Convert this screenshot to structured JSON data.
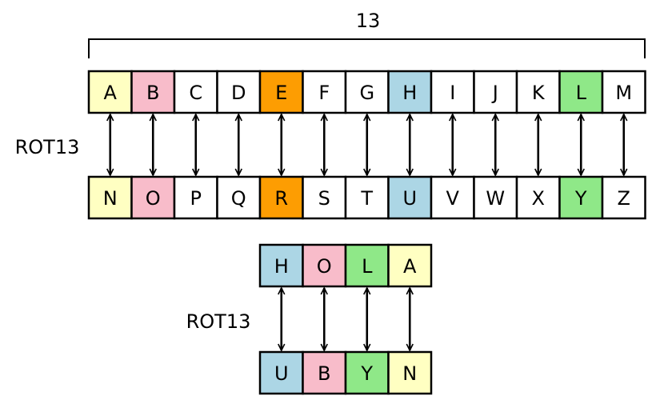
{
  "shift_label": "13",
  "main_label": "ROT13",
  "example_label": "ROT13",
  "top_row": [
    {
      "letter": "A",
      "color": "#ffffc2"
    },
    {
      "letter": "B",
      "color": "#f8bcca"
    },
    {
      "letter": "C",
      "color": "#ffffff"
    },
    {
      "letter": "D",
      "color": "#ffffff"
    },
    {
      "letter": "E",
      "color": "#fd9d02"
    },
    {
      "letter": "F",
      "color": "#ffffff"
    },
    {
      "letter": "G",
      "color": "#ffffff"
    },
    {
      "letter": "H",
      "color": "#acd6e5"
    },
    {
      "letter": "I",
      "color": "#ffffff"
    },
    {
      "letter": "J",
      "color": "#ffffff"
    },
    {
      "letter": "K",
      "color": "#ffffff"
    },
    {
      "letter": "L",
      "color": "#8fe888"
    },
    {
      "letter": "M",
      "color": "#ffffff"
    }
  ],
  "bottom_row": [
    {
      "letter": "N",
      "color": "#ffffc2"
    },
    {
      "letter": "O",
      "color": "#f8bcca"
    },
    {
      "letter": "P",
      "color": "#ffffff"
    },
    {
      "letter": "Q",
      "color": "#ffffff"
    },
    {
      "letter": "R",
      "color": "#fd9d02"
    },
    {
      "letter": "S",
      "color": "#ffffff"
    },
    {
      "letter": "T",
      "color": "#ffffff"
    },
    {
      "letter": "U",
      "color": "#acd6e5"
    },
    {
      "letter": "V",
      "color": "#ffffff"
    },
    {
      "letter": "W",
      "color": "#ffffff"
    },
    {
      "letter": "X",
      "color": "#ffffff"
    },
    {
      "letter": "Y",
      "color": "#8fe888"
    },
    {
      "letter": "Z",
      "color": "#ffffff"
    }
  ],
  "example_plain": [
    {
      "letter": "H",
      "color": "#acd6e5"
    },
    {
      "letter": "O",
      "color": "#f8bcca"
    },
    {
      "letter": "L",
      "color": "#8fe888"
    },
    {
      "letter": "A",
      "color": "#ffffc2"
    }
  ],
  "example_cipher": [
    {
      "letter": "U",
      "color": "#acd6e5"
    },
    {
      "letter": "B",
      "color": "#f8bcca"
    },
    {
      "letter": "Y",
      "color": "#8fe888"
    },
    {
      "letter": "N",
      "color": "#ffffc2"
    }
  ]
}
